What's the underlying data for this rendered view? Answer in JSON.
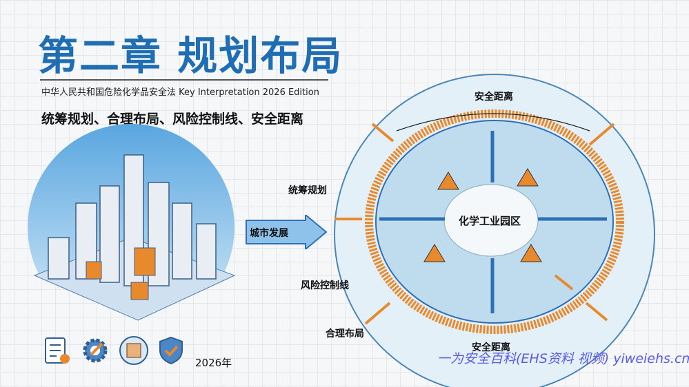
{
  "header": {
    "title": "第二章 规划布局",
    "subtitle": "中华人民共和国危险化学品安全法 Key Interpretation 2026 Edition",
    "tagline": "统筹规划、合理布局、风险控制线、安全距离"
  },
  "diagram": {
    "city_arrow_label": "城市发展",
    "center_label": "化学工业园区",
    "labels": {
      "safety_distance_top": "安全距离",
      "overall_planning": "统筹规划",
      "risk_control_line": "风险控制线",
      "rational_layout": "合理布局",
      "safety_distance_bottom": "安全距离"
    }
  },
  "footer": {
    "icons": [
      "checklist-icon",
      "gear-wrench-icon",
      "hazard-box-icon",
      "shield-check-icon"
    ],
    "year": "2026年",
    "watermark": "一为安全百科(EHS资料 视频) yiweiehs.cn"
  },
  "colors": {
    "title": "#1f6db3",
    "orange": "#e8892e",
    "blue": "#2f6fb3",
    "watermark": "#5b5ce6"
  }
}
